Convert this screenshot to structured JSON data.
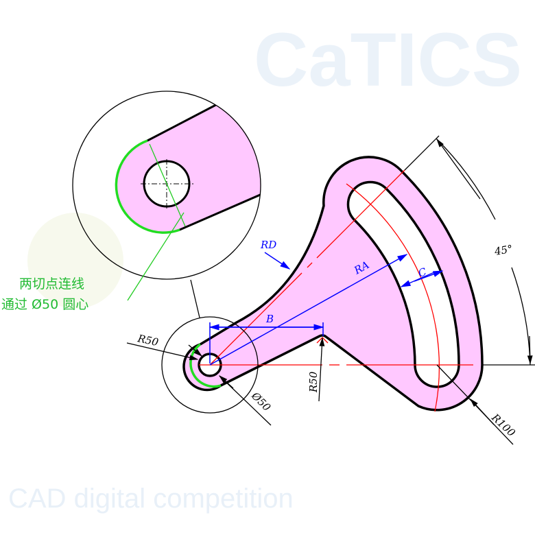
{
  "watermark": {
    "logo": "CaTICS",
    "subtitle": "CAD digital competition"
  },
  "note": {
    "line1": "两切点连线",
    "line2": "通过 Ø50 圆心"
  },
  "dimensions": {
    "rd": "RD",
    "ra": "RA",
    "b": "B",
    "c": "C",
    "r50_hub": "R50",
    "r50_notch": "R50",
    "dia50": "Ø50",
    "r100": "R100",
    "angle": "45°"
  },
  "colors": {
    "fill": "#ffc8ff",
    "outline": "#000000",
    "center": "#ff0000",
    "dim": "#0000ff",
    "tangent": "#22cc22"
  }
}
